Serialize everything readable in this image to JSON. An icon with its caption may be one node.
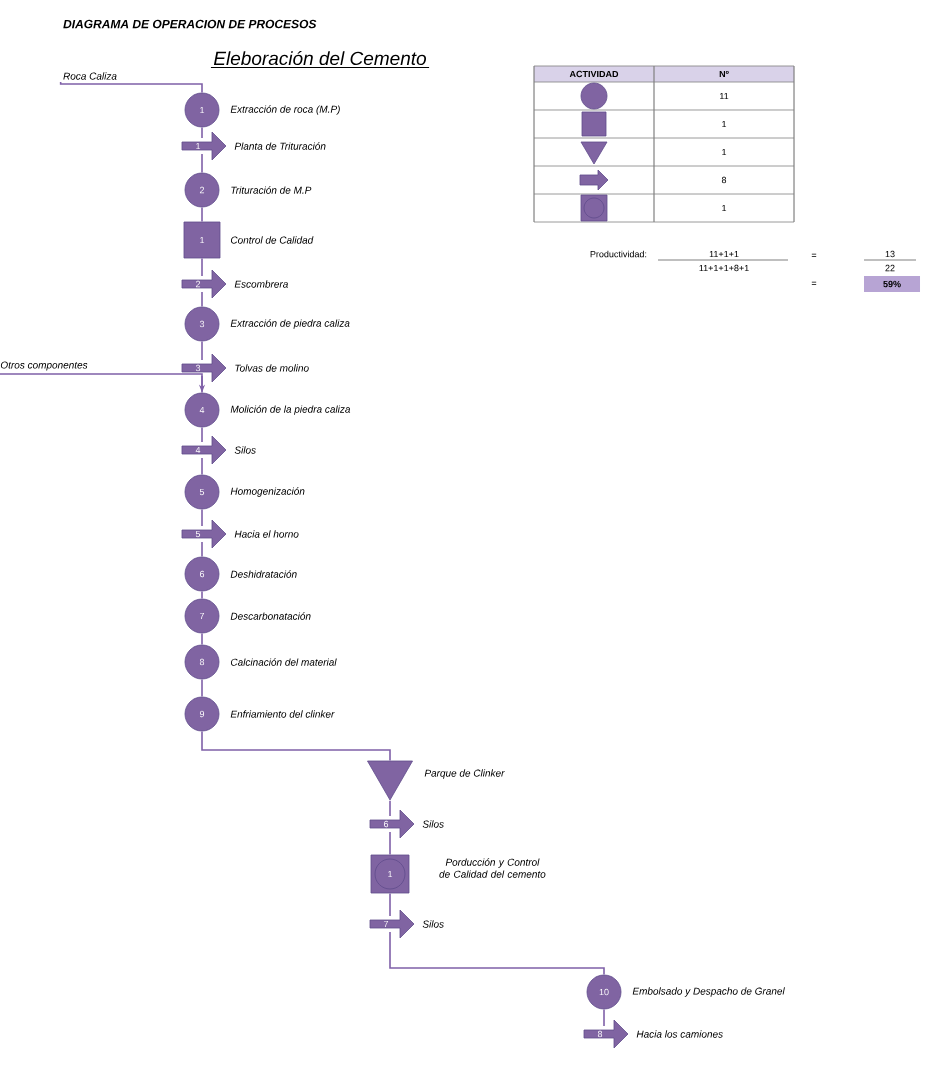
{
  "diagram": {
    "title": "DIAGRAMA DE OPERACION DE PROCESOS",
    "nodes": [
      {
        "text": [
          "Roca Caliza"
        ]
      },
      {
        "text": [
          "1"
        ],
        "beside": [
          "Extracción de roca (M.P)"
        ]
      },
      {
        "text": [
          "1"
        ],
        "beside": [
          "Planta de Trituración"
        ]
      },
      {
        "text": [
          "2"
        ],
        "beside": [
          "Trituración de M.P"
        ]
      },
      {
        "text": [
          "1"
        ],
        "beside": [
          "Control de Calidad"
        ]
      },
      {
        "text": [
          "2"
        ],
        "beside": [
          "Escombrera"
        ]
      },
      {
        "text": [
          "3"
        ],
        "beside": [
          "Extracción de piedra caliza"
        ]
      },
      {
        "text": [
          "3"
        ],
        "beside": [
          "Tolvas de molino"
        ]
      },
      {
        "text": [
          "Otros componentes"
        ]
      },
      {
        "text": [
          "4"
        ],
        "beside": [
          "Molición de la piedra caliza"
        ]
      },
      {
        "text": [
          "4"
        ],
        "beside": [
          "Silos"
        ]
      },
      {
        "text": [
          "5"
        ],
        "beside": [
          "Homogenización"
        ]
      },
      {
        "text": [
          "5"
        ],
        "beside": [
          "Hacia el horno"
        ]
      },
      {
        "text": [
          "6"
        ],
        "beside": [
          "Deshidratación"
        ]
      },
      {
        "text": [
          "7"
        ],
        "beside": [
          "Descarbonatación"
        ]
      },
      {
        "text": [
          "8"
        ],
        "beside": [
          "Calcinación del material"
        ]
      },
      {
        "text": [
          "9"
        ],
        "beside": [
          "Enfriamiento del clinker"
        ]
      },
      {
        "text": [],
        "shape": "triangle",
        "beside": [
          "Parque de Clinker"
        ]
      },
      {
        "text": [
          "6"
        ],
        "beside": [
          "Silos"
        ]
      },
      {
        "text": [
          "1"
        ],
        "beside": [
          "Porducción y Control de Calidad del cemento"
        ]
      },
      {
        "text": [
          "7"
        ],
        "beside": [
          "Silos"
        ]
      },
      {
        "text": [
          "10"
        ],
        "beside": [
          "Embolsado y Despacho de Granel"
        ]
      },
      {
        "text": [
          "8"
        ],
        "beside": [
          "Hacia los camiones"
        ]
      }
    ],
    "edges": [
      {
        "from": 0,
        "to": 1,
        "arrow": "none"
      },
      {
        "from": 1,
        "to": 2,
        "arrow": "none"
      },
      {
        "from": 2,
        "to": 3,
        "arrow": "none"
      },
      {
        "from": 3,
        "to": 4,
        "arrow": "none"
      },
      {
        "from": 4,
        "to": 5,
        "arrow": "none"
      },
      {
        "from": 5,
        "to": 6,
        "arrow": "none"
      },
      {
        "from": 6,
        "to": 7,
        "arrow": "none"
      },
      {
        "from": 8,
        "to": 9,
        "arrow": "to"
      },
      {
        "from": 7,
        "to": 9,
        "arrow": "none"
      },
      {
        "from": 9,
        "to": 10,
        "arrow": "none"
      },
      {
        "from": 10,
        "to": 11,
        "arrow": "none"
      },
      {
        "from": 11,
        "to": 12,
        "arrow": "none"
      },
      {
        "from": 12,
        "to": 13,
        "arrow": "none"
      },
      {
        "from": 13,
        "to": 14,
        "arrow": "none"
      },
      {
        "from": 14,
        "to": 15,
        "arrow": "none"
      },
      {
        "from": 15,
        "to": 16,
        "arrow": "none"
      },
      {
        "from": 16,
        "to": 17,
        "arrow": "none"
      },
      {
        "from": 17,
        "to": 18,
        "arrow": "none"
      },
      {
        "from": 18,
        "to": 19,
        "arrow": "none"
      },
      {
        "from": 19,
        "to": 20,
        "arrow": "none"
      },
      {
        "from": 20,
        "to": 21,
        "arrow": "none"
      },
      {
        "from": 21,
        "to": 22,
        "arrow": "none"
      }
    ],
    "labels": [
      "Eleboración del Cemento",
      "ACTIVIDAD",
      "Nº",
      "11",
      "1",
      "1",
      "8",
      "1",
      "Productividad:",
      "11+1+1",
      "=",
      "13",
      "11+1+1+8+1",
      "22",
      "=",
      "59%"
    ]
  }
}
